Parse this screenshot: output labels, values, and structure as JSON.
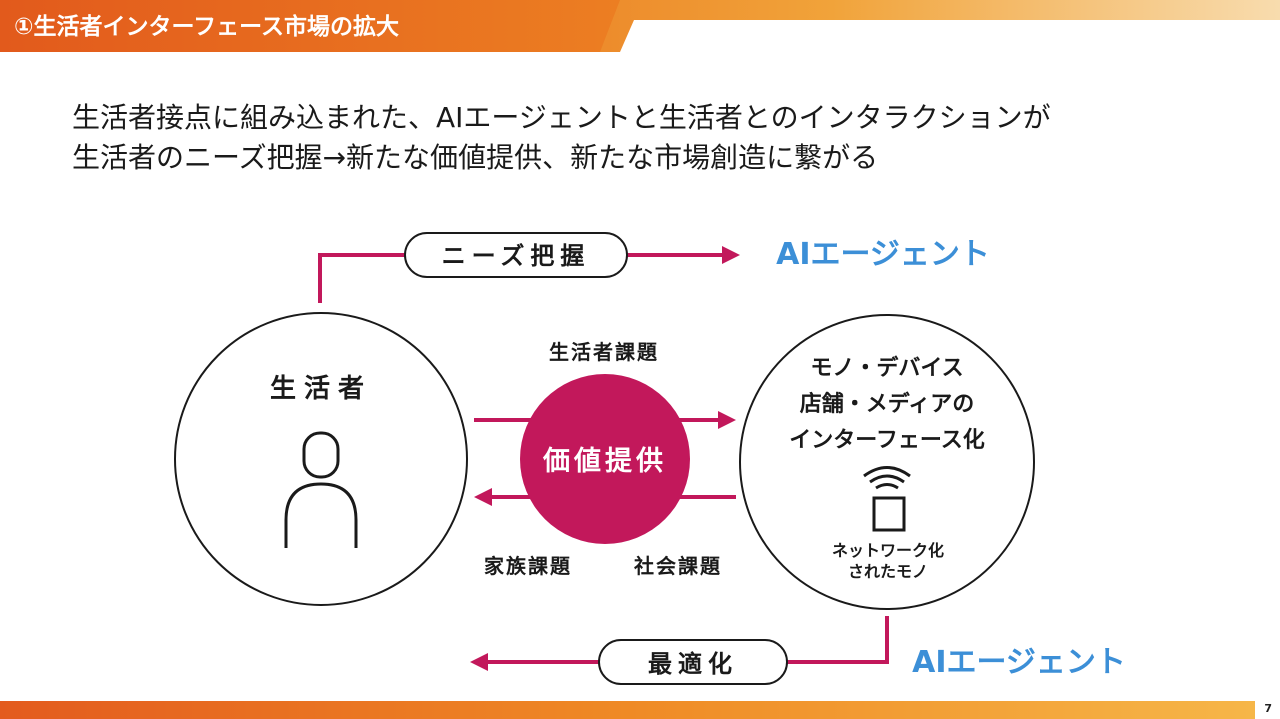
{
  "header": {
    "title": "①生活者インターフェース市場の拡大"
  },
  "lead": {
    "line1": "生活者接点に組み込まれた、AIエージェントと生活者とのインタラクションが",
    "line2": "生活者のニーズ把握→新たな価値提供、新たな市場創造に繋がる"
  },
  "diagram": {
    "top_pill": "ニーズ把握",
    "top_agent": "AIエージェント",
    "consumer": "生活者",
    "center": "価値提供",
    "issue_top": "生活者課題",
    "issue_family": "家族課題",
    "issue_social": "社会課題",
    "device_lines": [
      "モノ・デバイス",
      "店舗・メディアの",
      "インターフェース化"
    ],
    "networked_lines": [
      "ネットワーク化",
      "されたモノ"
    ],
    "bottom_pill": "最適化",
    "bottom_agent": "AIエージェント"
  },
  "footer": {
    "page": "7"
  },
  "colors": {
    "accent": "#c2185b",
    "agent_blue": "#3c8fd7",
    "header_orange": "#e8701f"
  },
  "icons": [
    "person-icon",
    "wifi-device-icon",
    "arrow-right-icon",
    "arrow-left-icon"
  ]
}
